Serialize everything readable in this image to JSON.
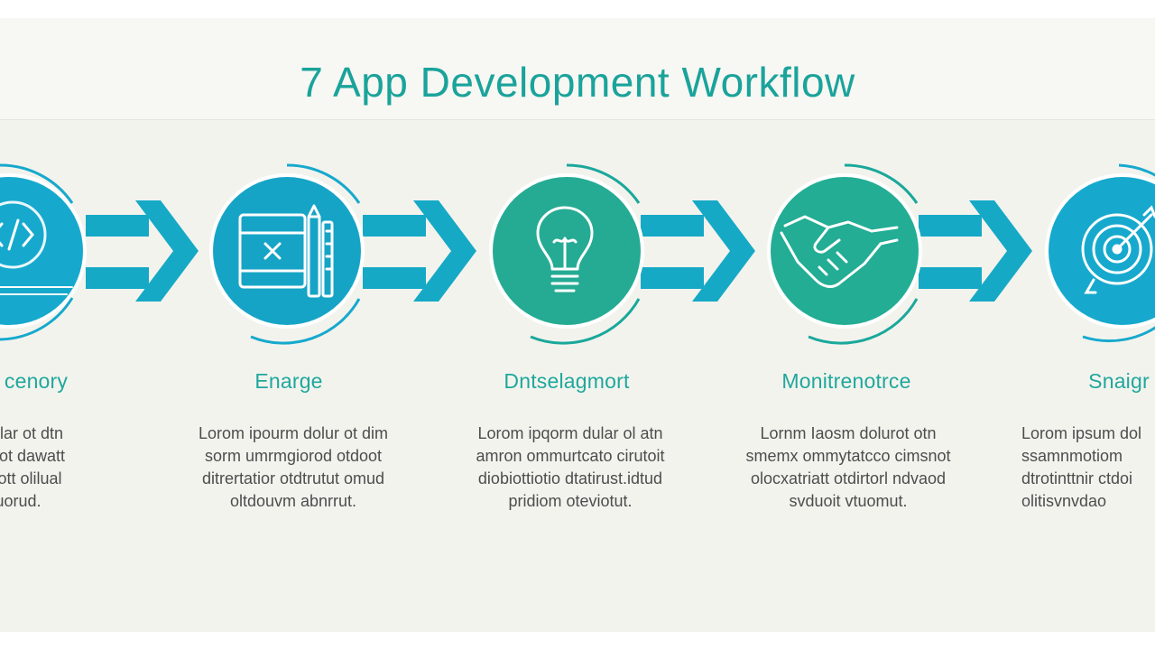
{
  "title": "7 App Development Workflow",
  "colors": {
    "background": "#f3f3ee",
    "title": "#1aa39b",
    "circle_blue": "#16a9cd",
    "circle_teal": "#25ab93",
    "arrow": "#16a9c6",
    "label": "#1fa89c",
    "body_text": "#4d4d4d"
  },
  "steps": [
    {
      "label": "cenory",
      "icon": "code-bracket-icon",
      "circle_color": "#16a9cd",
      "description": [
        "om dular ot dtn",
        "eputarot dawatt",
        "atatruott olilual",
        "ottuorud."
      ]
    },
    {
      "label": "Enarge",
      "icon": "blueprint-tools-icon",
      "circle_color": "#16a4c6",
      "description": [
        "Lorom ipourm dolur ot dim",
        "sorm umrmgiorod otdoot",
        "ditrertatior otdtrutut omud",
        "oltdouvm abnrrut."
      ]
    },
    {
      "label": "Dntselagmort",
      "icon": "lightbulb-icon",
      "circle_color": "#25ab93",
      "description": [
        "Lorom ipqorm dular ol atn",
        "amron ommurtcato cirutoit",
        "diobiottiotio dtatirust.idtud",
        "pridiom oteviotut."
      ]
    },
    {
      "label": "Monitrenotrce",
      "icon": "handshake-icon",
      "circle_color": "#22ad94",
      "description": [
        "Lornm Iaosm dolurot otn",
        "smemx ommytatcco cimsnot",
        "olocxatriatt otdirtorl ndvaod",
        "svduoit vtuomut."
      ]
    },
    {
      "label": "Snaigr",
      "icon": "target-icon",
      "circle_color": "#16a9cd",
      "description": [
        "Lorom ipsum dol",
        "ssamnmotiom",
        "dtrotinttnir ctdoi",
        "olitisvnvdao"
      ]
    }
  ]
}
